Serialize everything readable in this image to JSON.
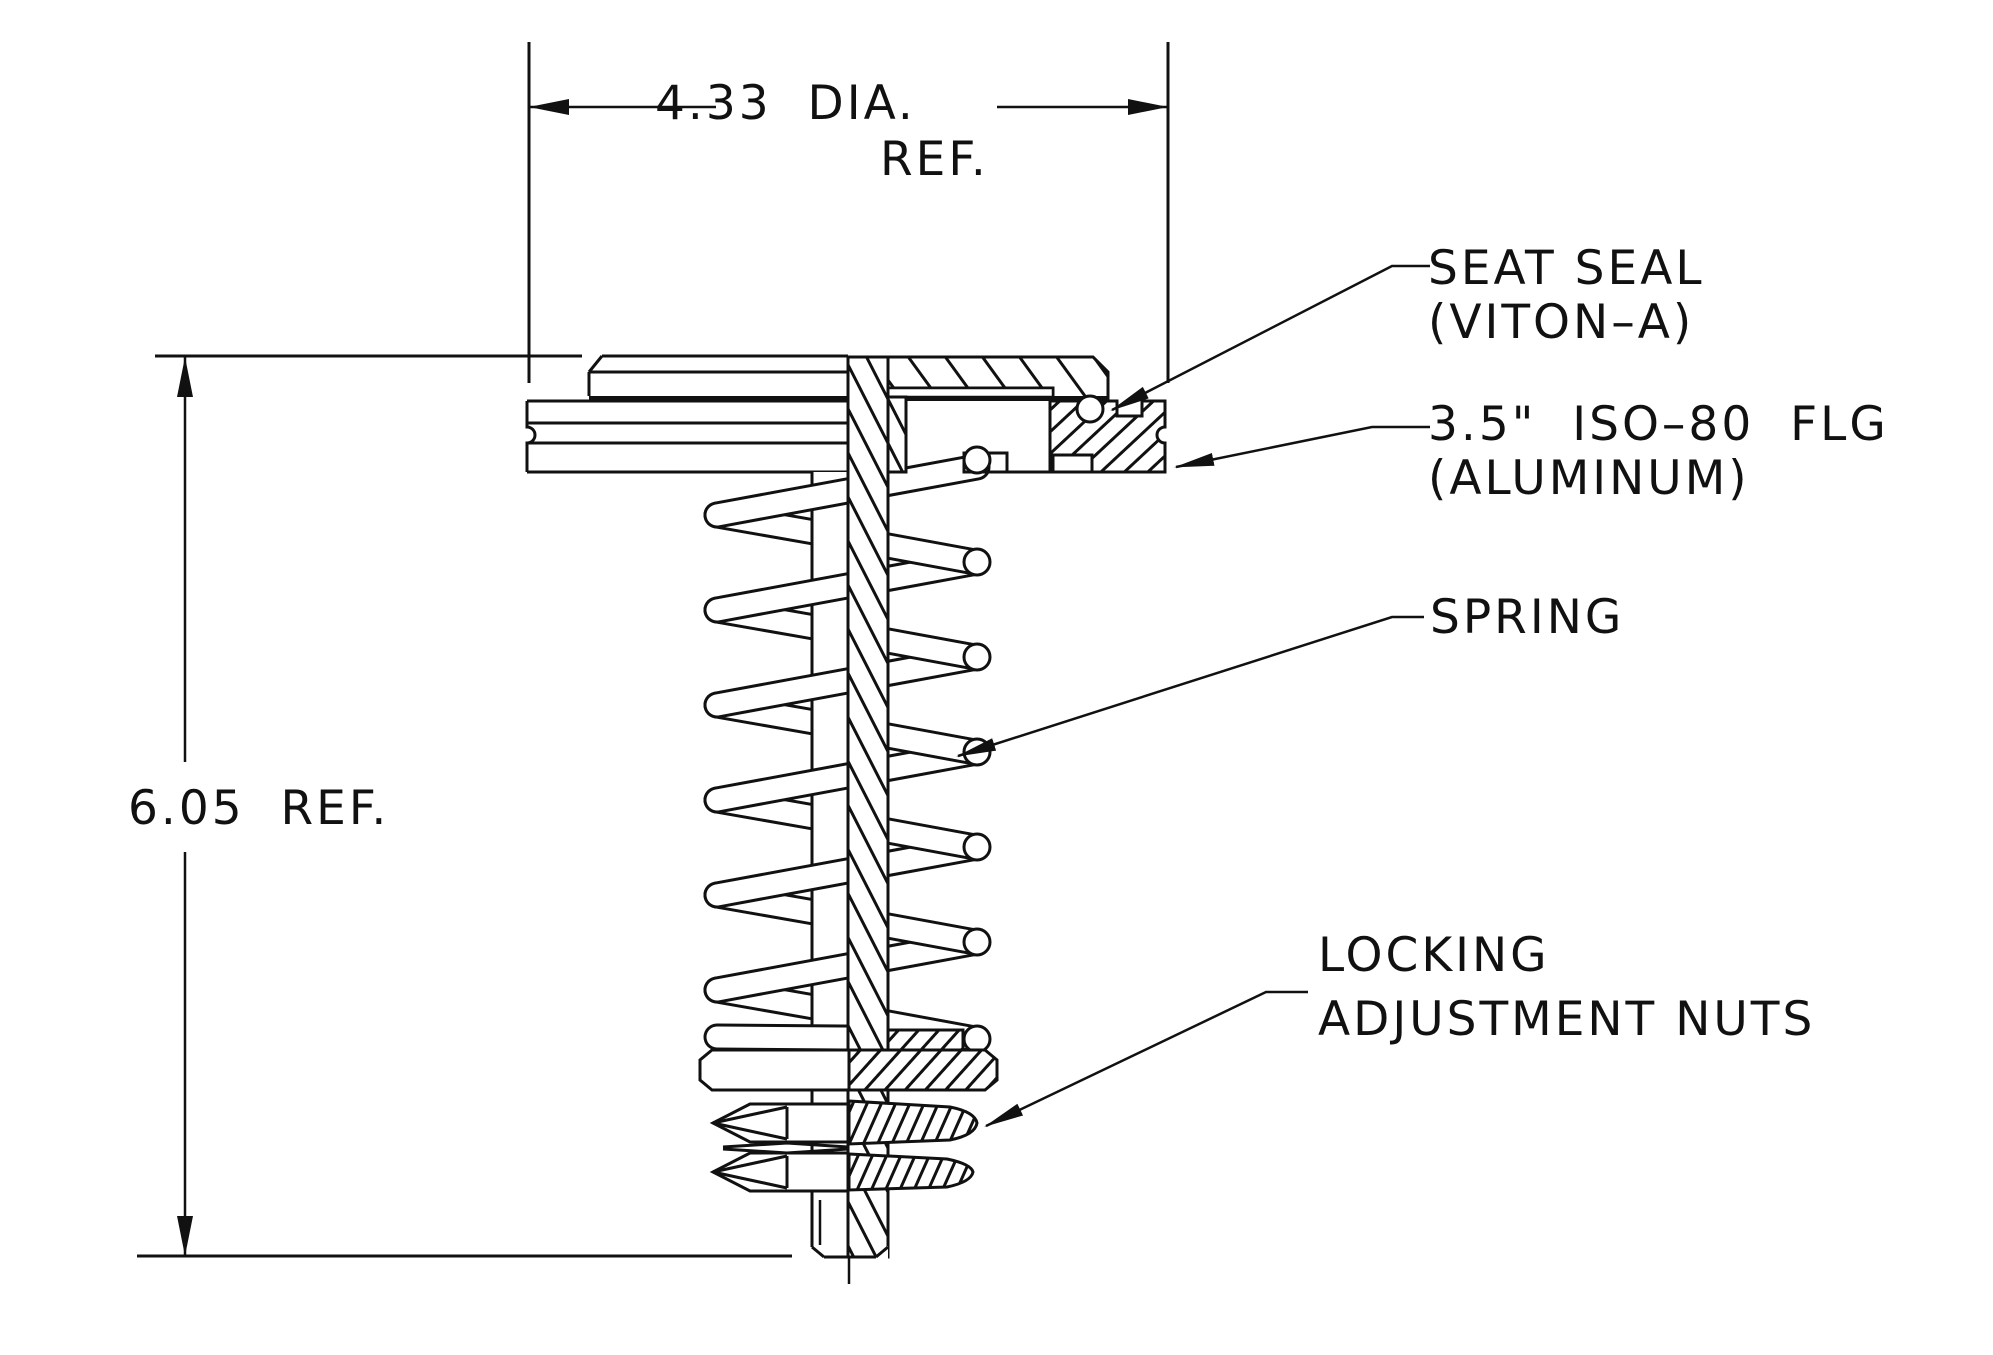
{
  "labels": {
    "dim_diameter_line1": "4.33  DIA.",
    "dim_diameter_line2": "REF.",
    "dim_height": "6.05  REF.",
    "seat_seal_line1": "SEAT SEAL",
    "seat_seal_line2": "(VITON–A)",
    "flange_line1": "3.5\"  ISO–80  FLG",
    "flange_line2": "(ALUMINUM)",
    "spring": "SPRING",
    "nuts_line1": "LOCKING",
    "nuts_line2": "ADJUSTMENT NUTS"
  },
  "colors": {
    "ink": "#111111",
    "background": "#ffffff"
  }
}
